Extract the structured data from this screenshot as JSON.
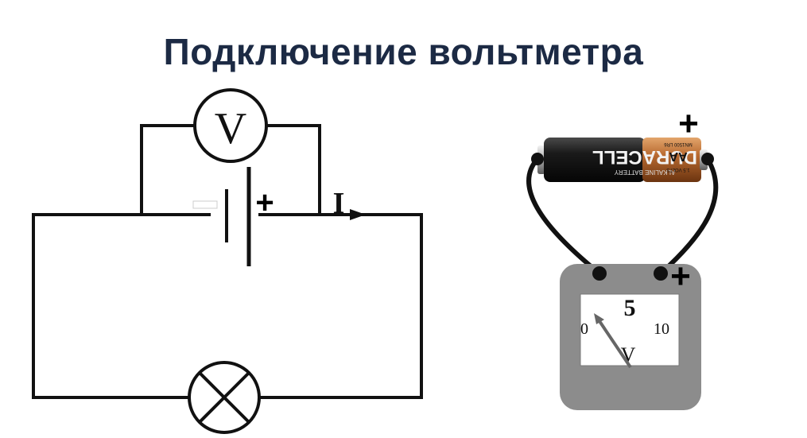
{
  "title": "Подключение вольтметра",
  "circuit": {
    "voltmeter_symbol": "V",
    "current_label": "I",
    "plus_sign": "+"
  },
  "battery": {
    "brand": "DURACELL",
    "subtitle": "ALKALINE BATTERY",
    "size": "AA",
    "voltage": "1.5 VOLTS",
    "small_text": "MN1500 LR6",
    "plus_sign": "+"
  },
  "meter": {
    "scale_min": "0",
    "scale_max": "10",
    "reading": "5",
    "unit": "V",
    "plus_sign": "+",
    "body_color": "#8c8c8c"
  }
}
